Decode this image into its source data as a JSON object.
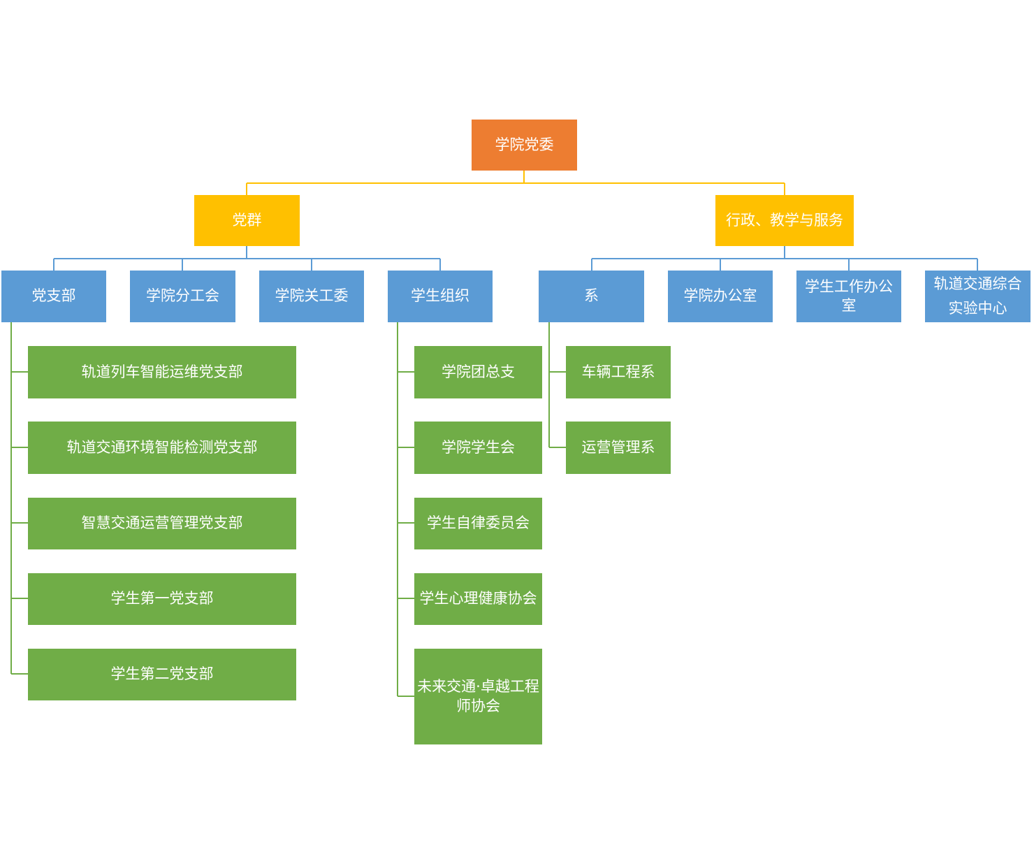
{
  "colors": {
    "root": "#ED7D31",
    "level1": "#FFC000",
    "level2": "#5B9BD5",
    "level3": "#70AD47",
    "connector_root": "#FFC000",
    "connector_level1": "#5B9BD5",
    "connector_level2": "#70AD47",
    "text": "#FFFFFF"
  },
  "root": {
    "label": "学院党委"
  },
  "level1": [
    {
      "label": "党群"
    },
    {
      "label": "行政、教学与服务"
    }
  ],
  "party_groups": [
    {
      "label": "党支部"
    },
    {
      "label": "学院分工会"
    },
    {
      "label": "学院关工委"
    },
    {
      "label": "学生组织"
    }
  ],
  "admin_units": [
    {
      "label": "系"
    },
    {
      "label": "学院办公室"
    },
    {
      "label": "学生工作办公",
      "label2": "室"
    },
    {
      "label": "轨道交通综合",
      "label2": "实验中心"
    }
  ],
  "party_branches": [
    {
      "label": "轨道列车智能运维党支部"
    },
    {
      "label": "轨道交通环境智能检测党支部"
    },
    {
      "label": "智慧交通运营管理党支部"
    },
    {
      "label": "学生第一党支部"
    },
    {
      "label": "学生第二党支部"
    }
  ],
  "student_orgs": [
    {
      "label": "学院团总支"
    },
    {
      "label": "学院学生会"
    },
    {
      "label": "学生自律委员会"
    },
    {
      "label": "学生心理健康协会"
    },
    {
      "label": "未来交通·卓越工程",
      "label2": "师协会"
    }
  ],
  "departments": [
    {
      "label": "车辆工程系"
    },
    {
      "label": "运营管理系"
    }
  ]
}
